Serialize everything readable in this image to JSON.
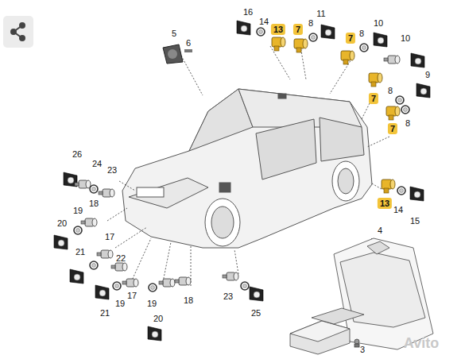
{
  "diagram": {
    "labels": [
      "16",
      "14",
      "13",
      "7",
      "8",
      "11",
      "7",
      "8",
      "10",
      "5",
      "6",
      "10",
      "9",
      "7",
      "8",
      "7",
      "8",
      "26",
      "24",
      "23",
      "18",
      "13",
      "14",
      "15",
      "19",
      "20",
      "17",
      "4",
      "21",
      "22",
      "19",
      "17",
      "19",
      "18",
      "23",
      "21",
      "20",
      "25",
      "3",
      "Avito"
    ]
  }
}
